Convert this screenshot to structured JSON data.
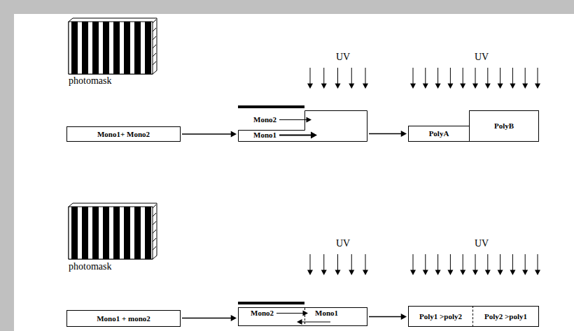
{
  "diagram": {
    "nodes": [
      {
        "text": [
          "Mono1+ Mono2"
        ]
      },
      {
        "text": [
          "Mono2",
          "Mono1"
        ]
      },
      {
        "text": [
          "PolyA"
        ]
      },
      {
        "text": [
          "PolyB"
        ]
      },
      {
        "text": [
          "Mono1 + mono2"
        ]
      },
      {
        "text": [
          "Mono2",
          "Mono1"
        ]
      },
      {
        "text": [
          "Poly1 >poly2"
        ]
      },
      {
        "text": [
          "Poly2 >poly1"
        ]
      }
    ],
    "edges": [
      {
        "from": 0,
        "to": 1,
        "arrow": "to"
      },
      {
        "from": 1,
        "to": 2,
        "arrow": "to"
      },
      {
        "from": 4,
        "to": 5,
        "arrow": "to"
      },
      {
        "from": 5,
        "to": 6,
        "arrow": "to"
      }
    ],
    "labels": [
      "photomask",
      "UV",
      "UV",
      "photomask",
      "UV",
      "UV"
    ]
  }
}
